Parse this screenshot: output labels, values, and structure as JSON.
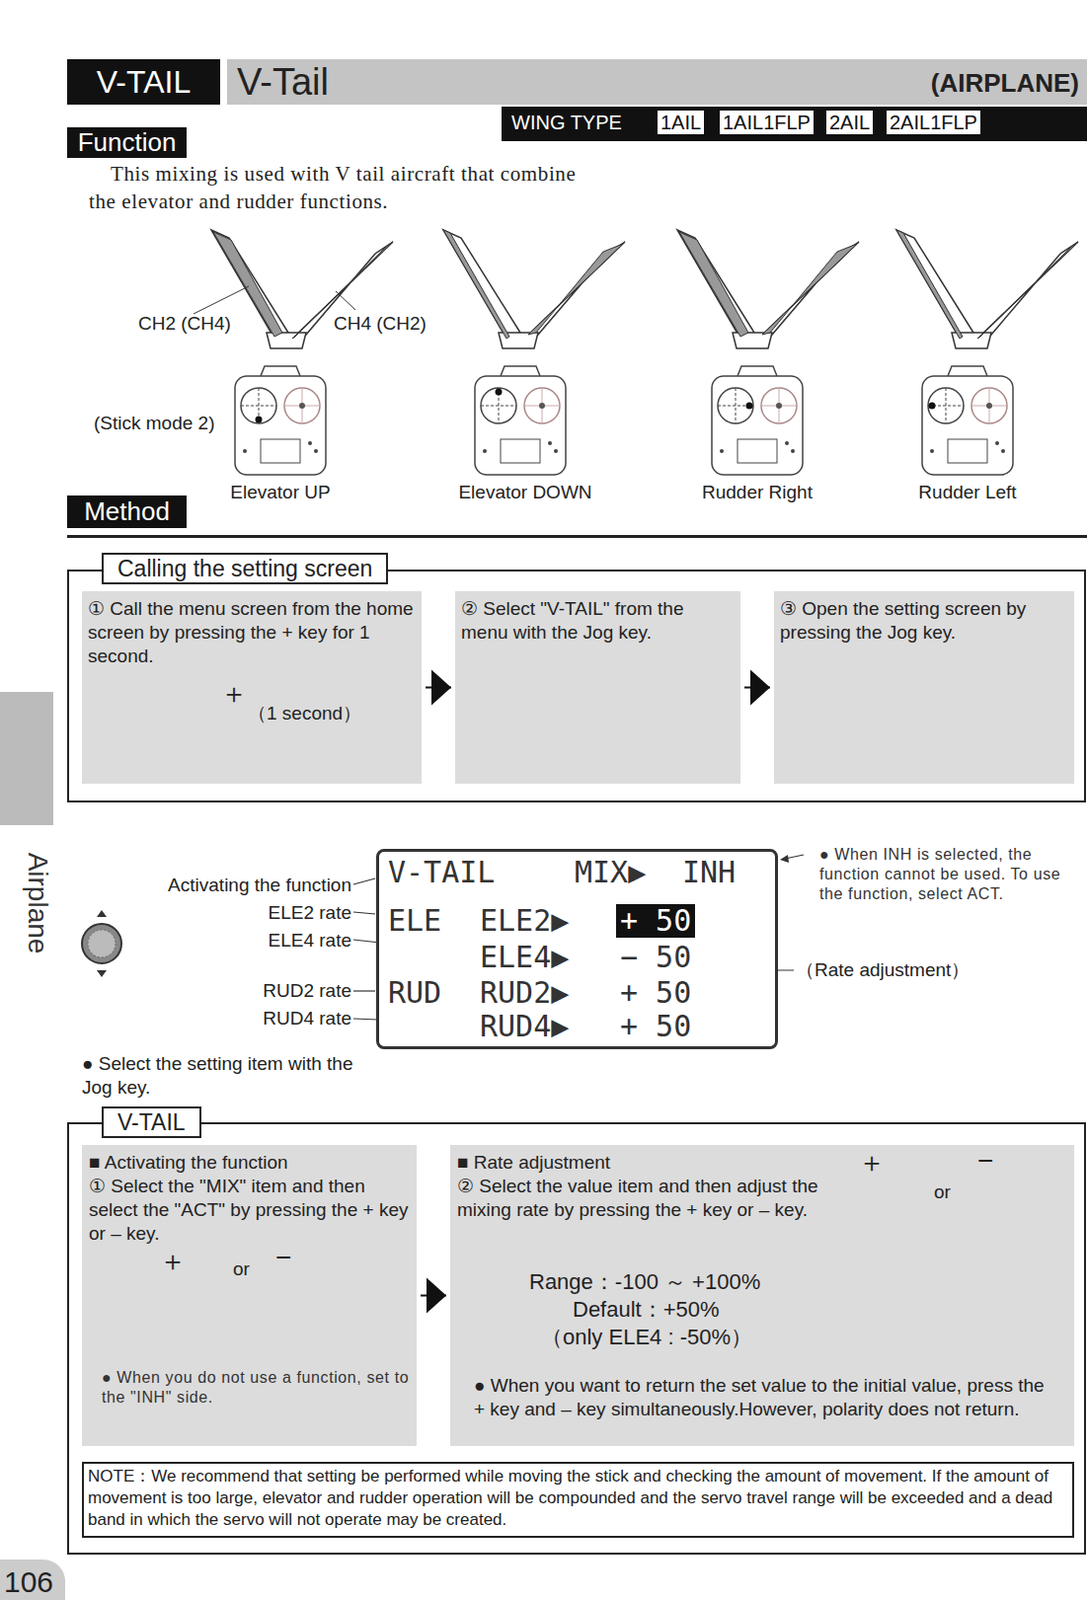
{
  "diagram": {
    "title": "V-Tail",
    "nodes": [
      {
        "text": [
          "Calling the setting screen"
        ]
      },
      {
        "text": [
          "① Call the menu screen from the home screen by pressing the + key for 1 second.",
          "＋",
          "（1 second）"
        ],
        "in": 0
      },
      {
        "text": [
          "② Select \"V-TAIL\" from the menu with the Jog key."
        ],
        "in": 0
      },
      {
        "text": [
          "③ Open the setting screen by pressing the Jog key."
        ],
        "in": 0
      },
      {
        "text": [
          "V-TAIL",
          "MIX▶",
          "INH",
          "ELE",
          "ELE2▶",
          "+ 50",
          "ELE4▶",
          "− 50",
          "RUD",
          "RUD2▶",
          "+ 50",
          "RUD4▶",
          "+ 50"
        ]
      },
      {
        "text": [
          "V-TAIL"
        ]
      },
      {
        "text": [
          "■ Activating the function",
          "① Select the \"MIX\" item and then select the \"ACT\" by pressing the + key or – key.",
          "＋",
          "−",
          "or",
          "● When you do not use a function, set to the \"INH\" side."
        ],
        "in": 5
      },
      {
        "text": [
          "■ Rate adjustment",
          "② Select the value item and then adjust the mixing rate by pressing the + key or – key.",
          "＋",
          "or",
          "−",
          "Range：-100 ～ +100%",
          "Default：+50%",
          "（only ELE4 : -50%）",
          "● When you want to return the set value to the initial value, press the + key and – key simultaneously.However, polarity does not return."
        ],
        "in": 5
      },
      {
        "text": [
          "NOTE：We recommend that setting be performed while moving the stick and checking the amount of movement. If the amount of movement is too large, elevator and rudder operation will be compounded and the servo travel range will be exceeded and a dead band in which the servo will not operate may be created."
        ],
        "in": 5
      }
    ],
    "edges": [
      {
        "from": 1,
        "to": 2,
        "arrow": "to"
      },
      {
        "from": 2,
        "to": 3,
        "arrow": "to"
      },
      {
        "from": 6,
        "to": 7,
        "arrow": "to"
      }
    ],
    "labels": [
      "V-TAIL",
      "(AIRPLANE)",
      "WING TYPE",
      "1AIL",
      "1AIL1FLP",
      "2AIL",
      "2AIL1FLP",
      "Function",
      "This mixing is used with V tail aircraft that combine the elevator and rudder functions.",
      "CH2 (CH4)",
      "CH4 (CH2)",
      "(Stick mode 2)",
      "Elevator UP",
      "Elevator DOWN",
      "Rudder Right",
      "Rudder Left",
      "Method",
      "Activating the function",
      "ELE2 rate",
      "ELE4 rate",
      "RUD2 rate",
      "RUD4 rate",
      "● When INH is selected, the function cannot be used. To use the function, select ACT.",
      "（Rate adjustment）",
      "● Select the setting item with the Jog key.",
      "Airplane",
      "106"
    ]
  }
}
